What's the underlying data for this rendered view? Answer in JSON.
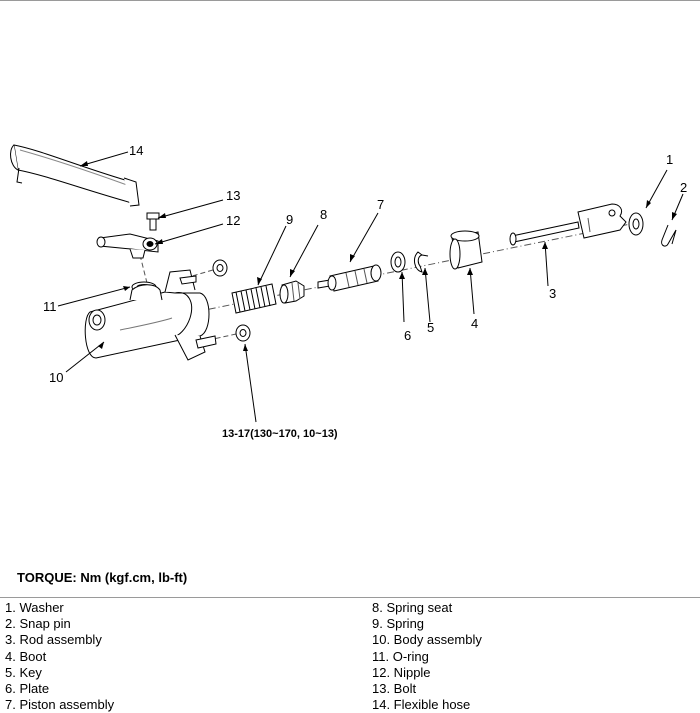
{
  "diagram": {
    "callouts": {
      "c1": "1",
      "c2": "2",
      "c3": "3",
      "c4": "4",
      "c5": "5",
      "c6": "6",
      "c7": "7",
      "c8": "8",
      "c9": "9",
      "c10": "10",
      "c11": "11",
      "c12": "12",
      "c13": "13",
      "c14": "14"
    },
    "torque_spec": "13-17(130~170, 10~13)"
  },
  "torque_heading": "TORQUE: Nm (kgf.cm, lb-ft)",
  "legend": {
    "left": [
      "1. Washer",
      "2. Snap pin",
      "3. Rod assembly",
      "4. Boot",
      "5. Key",
      "6. Plate",
      "7. Piston assembly"
    ],
    "right": [
      "8. Spring seat",
      "9. Spring",
      "10. Body assembly",
      "11. O-ring",
      "12. Nipple",
      "13. Bolt",
      "14. Flexible hose"
    ]
  }
}
